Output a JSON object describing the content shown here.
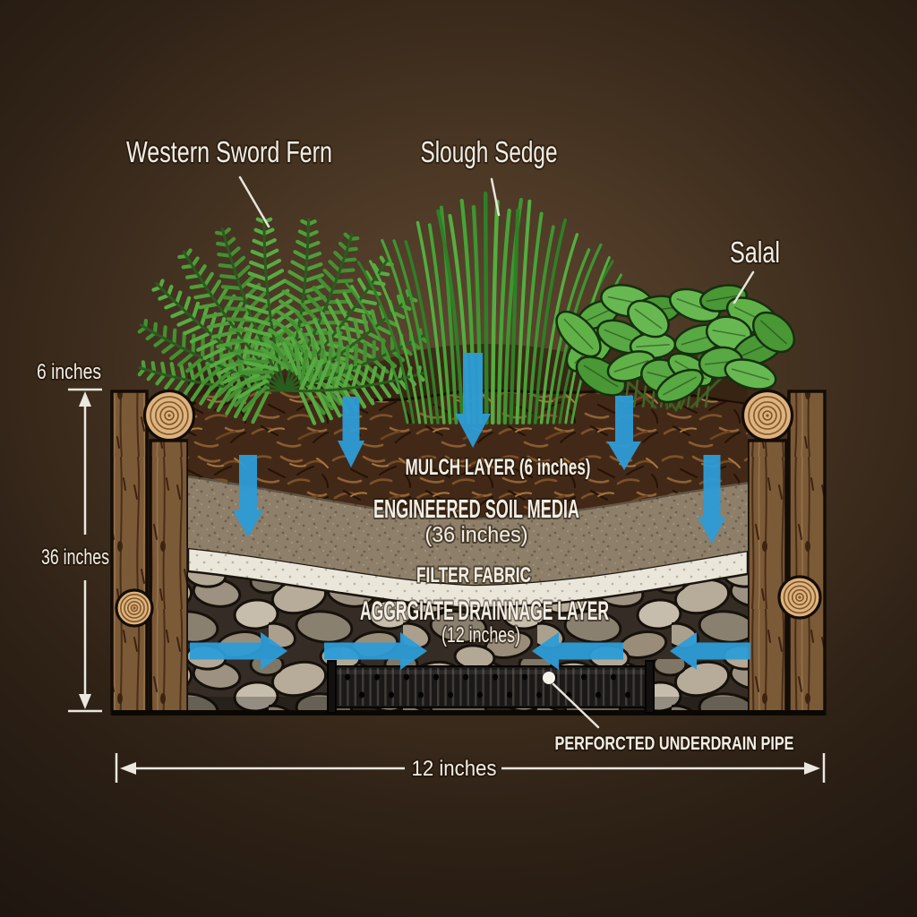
{
  "plants": {
    "fern": {
      "label": "Western Sword Fern"
    },
    "sedge": {
      "label": "Slough Sedge"
    },
    "salal": {
      "label": "Salal"
    }
  },
  "layers": {
    "mulch": {
      "label": "MULCH LAYER (6 inches)"
    },
    "soil": {
      "label": "ENGINEERED SOIL MEDIA",
      "detail": "(36 inches)"
    },
    "fabric": {
      "label": "FILTER FABRIC"
    },
    "aggregate": {
      "label": "AGGRGIATE DRAINNAGE LAYER",
      "detail": "(12 inches)"
    },
    "pipe": {
      "label": "PERFORCTED UNDERDRAIN PIPE"
    }
  },
  "dimensions": {
    "mulch_depth": "6 inches",
    "soil_depth": "36 inches",
    "bed_width": "12 inches"
  },
  "colors": {
    "water_arrow": "#2d9cd6",
    "label_text": "#f2eee5"
  }
}
